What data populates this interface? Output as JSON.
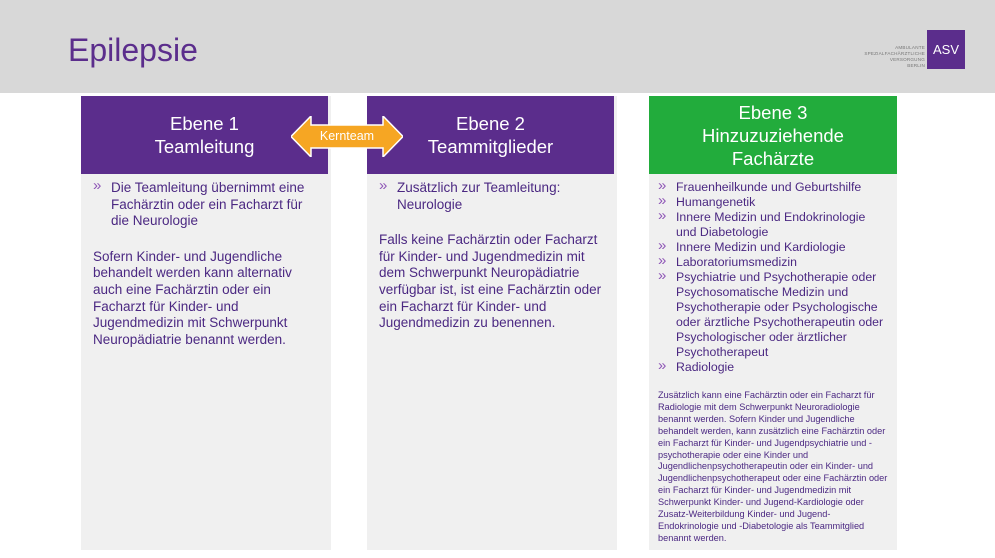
{
  "title": "Epilepsie",
  "logo": {
    "text_lines": [
      "AMBULANTE",
      "SPEZIALFACHÄRZTLICHE",
      "VERSORGUNG",
      "BERLIN"
    ],
    "abbr": "ASV"
  },
  "connector": {
    "label": "Kernteam",
    "color": "#f6a623"
  },
  "colors": {
    "purple": "#5b2d8c",
    "green": "#22ac3c",
    "panel": "#f0f0f0",
    "header": "#d8d8d8"
  },
  "columns": [
    {
      "heading": [
        "Ebene 1",
        "Teamleitung"
      ],
      "bullets": [
        "Die Teamleitung übernimmt eine Fachärztin oder ein Facharzt für die Neurologie"
      ],
      "paragraph": "Sofern Kinder- und Jugendliche behandelt werden kann alternativ auch eine Fachärztin oder ein Facharzt für Kinder- und Jugendmedizin mit Schwerpunkt Neuropädiatrie benannt werden."
    },
    {
      "heading": [
        "Ebene 2",
        "Teammitglieder"
      ],
      "bullets": [
        "Zusätzlich zur Teamleitung: Neurologie"
      ],
      "paragraph": "Falls keine Fachärztin oder Facharzt für Kinder- und Jugendmedizin mit dem Schwerpunkt Neuropädiatrie verfügbar ist, ist eine Fachärztin oder ein Facharzt für Kinder- und Jugendmedizin zu benennen."
    },
    {
      "heading": [
        "Ebene 3",
        "Hinzuzuziehende",
        "Fachärzte"
      ],
      "bullets": [
        "Frauenheilkunde und Geburtshilfe",
        "Humangenetik",
        "Innere Medizin und Endokrinologie und Diabetologie",
        "Innere Medizin und Kardiologie",
        "Laboratoriumsmedizin",
        "Psychiatrie und Psychotherapie oder Psychosomatische Medizin und Psychotherapie oder Psychologische oder ärztliche Psychotherapeutin oder Psychologischer oder ärztlicher Psychotherapeut",
        "Radiologie"
      ],
      "paragraph": "Zusätzlich kann eine Fachärztin oder ein Facharzt für Radiologie mit dem Schwerpunkt Neuroradiologie benannt werden. Sofern Kinder und Jugendliche behandelt werden, kann zusätzlich eine Fachärztin oder ein Facharzt für Kinder- und Jugendpsychiatrie und -psychotherapie oder eine Kinder und Jugendlichenpsychotherapeutin oder ein Kinder- und Jugendlichenpsychotherapeut oder eine Fachärztin oder ein Facharzt für Kinder- und Jugendmedizin mit Schwerpunkt Kinder- und Jugend-Kardiologie oder Zusatz-Weiterbildung Kinder- und Jugend-Endokrinologie und -Diabetologie als Teammitglied benannt werden."
    }
  ]
}
